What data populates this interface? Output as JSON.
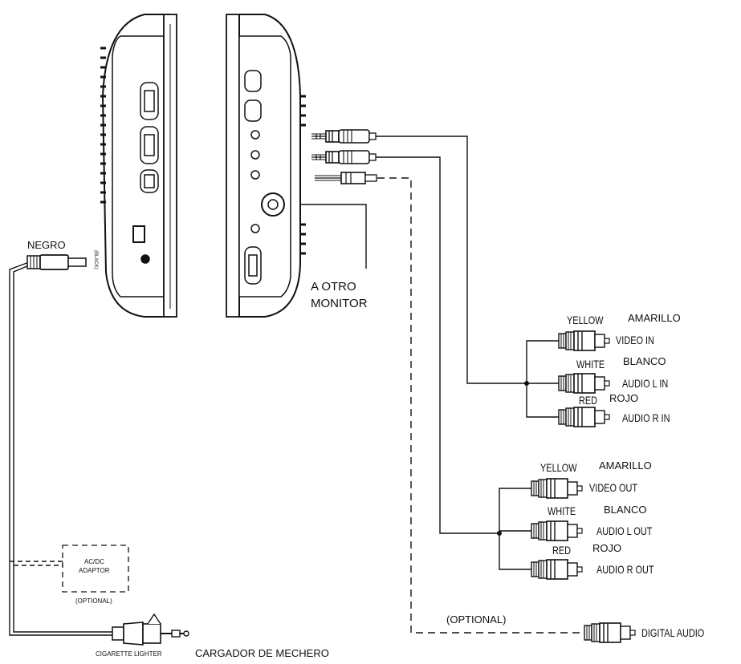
{
  "labels": {
    "negro": "NEGRO",
    "black": "(BLACK)",
    "otro_monitor_line1": "A OTRO",
    "otro_monitor_line2": "MONITOR",
    "adaptor_line1": "AC/DC",
    "adaptor_line2": "ADAPTOR",
    "adaptor_optional": "(OPTIONAL)",
    "cigarette_lighter": "CIGARETTE LIGHTER",
    "cargador": "CARGADOR DE MECHERO",
    "optional_digital": "(OPTIONAL)",
    "digital_audio": "DIGITAL AUDIO"
  },
  "inputs": {
    "yellow": "YELLOW",
    "amarillo": "AMARILLO",
    "video": "VIDEO IN",
    "white": "WHITE",
    "blanco": "BLANCO",
    "audio_l": "AUDIO L IN",
    "red": "RED",
    "rojo": "ROJO",
    "audio_r": "AUDIO R IN"
  },
  "outputs": {
    "yellow": "YELLOW",
    "amarillo": "AMARILLO",
    "video": "VIDEO OUT",
    "white": "WHITE",
    "blanco": "BLANCO",
    "audio_l": "AUDIO L OUT",
    "red": "RED",
    "rojo": "ROJO",
    "audio_r": "AUDIO R OUT"
  }
}
